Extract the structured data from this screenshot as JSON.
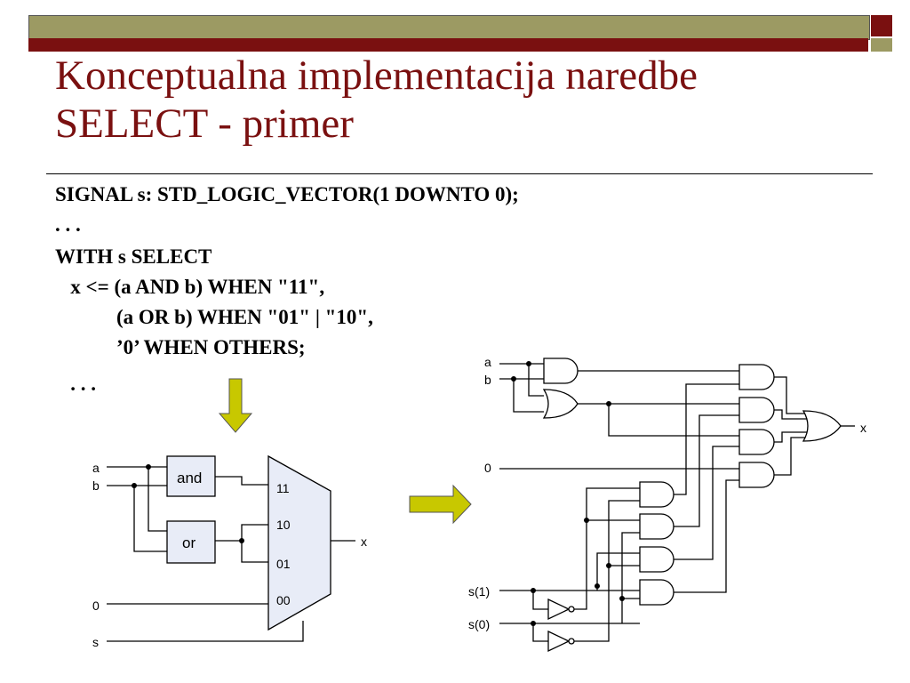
{
  "slide": {
    "title_line1": "Konceptualna implementacija naredbe",
    "title_line2": "SELECT - primer",
    "code_lines": [
      "SIGNAL s: STD_LOGIC_VECTOR(1 DOWNTO 0);",
      ". . .",
      "WITH s SELECT",
      "   x <= (a AND b) WHEN \"11\",",
      "            (a OR b) WHEN \"01\" | \"10\",",
      "            ’0’ WHEN OTHERS;",
      "   . . ."
    ]
  },
  "colors": {
    "title": "#7a1010",
    "bar_olive": "#9c9a63",
    "bar_maroon": "#7a1010",
    "arrow_fill": "#c8c800",
    "box_fill": "#e8ecf7"
  },
  "mux_diagram": {
    "input_a": "a",
    "input_b": "b",
    "input_zero": "0",
    "input_s": "s",
    "and_box": "and",
    "or_box": "or",
    "mux_in_11": "11",
    "mux_in_10": "10",
    "mux_in_01": "01",
    "mux_in_00": "00",
    "output_x": "x"
  },
  "gate_diagram": {
    "input_a": "a",
    "input_b": "b",
    "input_zero": "0",
    "input_s1": "s(1)",
    "input_s0": "s(0)",
    "output_x": "x"
  }
}
